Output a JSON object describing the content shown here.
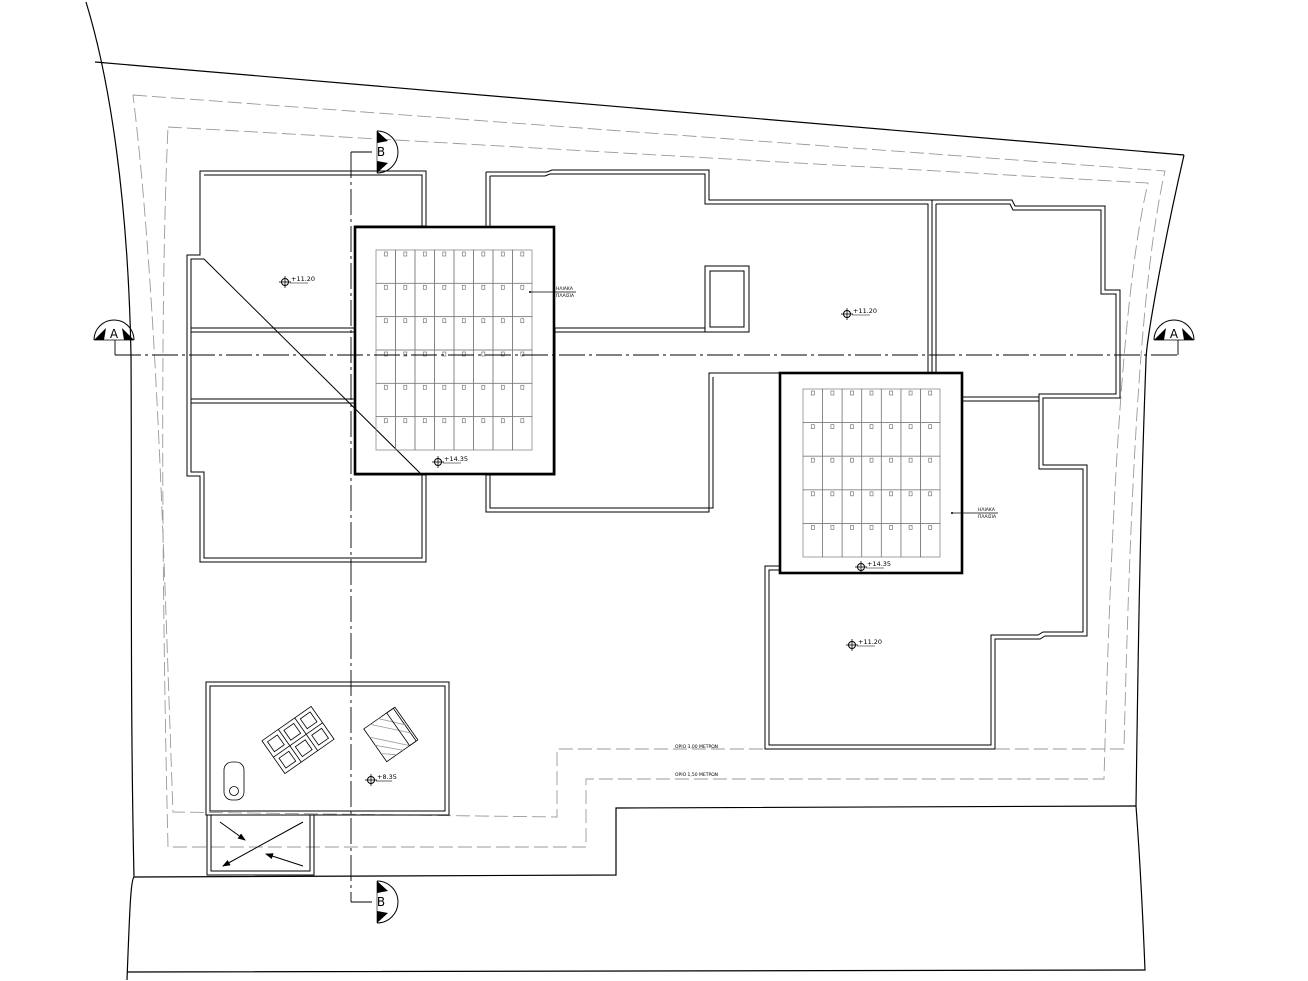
{
  "section_markers": {
    "a_left": "A",
    "a_right": "A",
    "b_top": "B",
    "b_bottom": "B"
  },
  "levels": {
    "roof_left": "+11.20",
    "roof_middle": "+11.20",
    "roof_right_lower": "+11.20",
    "solar_left": "+14.35",
    "solar_right": "+14.35",
    "annex": "+8.35"
  },
  "notes": {
    "solar_left_line1": "ΗΛΙΑΚΑ",
    "solar_left_line2": "ΠΛΑΙΣΙΑ",
    "solar_right_line1": "ΗΛΙΑΚΑ",
    "solar_right_line2": "ΠΛΑΙΣΙΑ",
    "boundary_3m": "ΟΡΙΟ 3,00 ΜΕΤΡΩΝ",
    "boundary_1_5m": "ΟΡΙΟ 1,50 ΜΕΤΡΩΝ"
  },
  "colors": {
    "line": "#000000",
    "dashed": "#9a9a9a",
    "panel": "#7a7a7a"
  }
}
